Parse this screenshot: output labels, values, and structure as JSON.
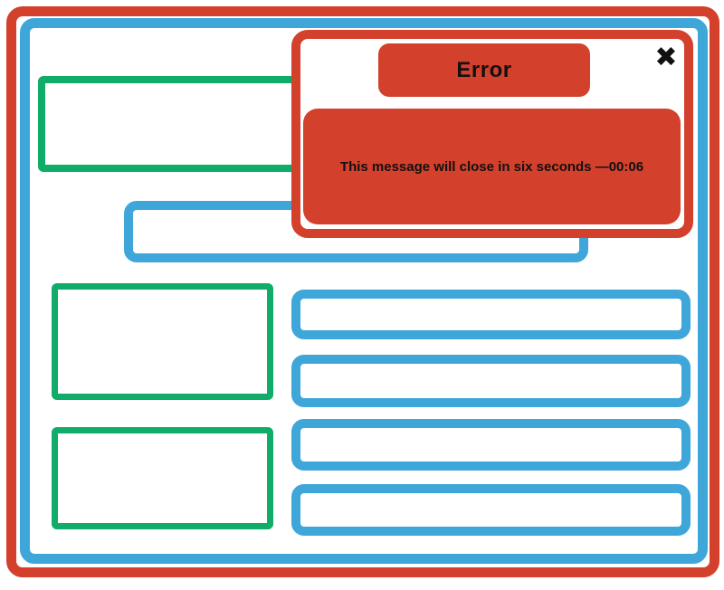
{
  "colors": {
    "red": "#d3402c",
    "blue": "#3fa6da",
    "green": "#10ad6a",
    "text": "#111111",
    "background": "#ffffff"
  },
  "modal": {
    "title": "Error",
    "message": "This message will close in six seconds",
    "countdown": "—00:06",
    "close_icon": "✖"
  }
}
